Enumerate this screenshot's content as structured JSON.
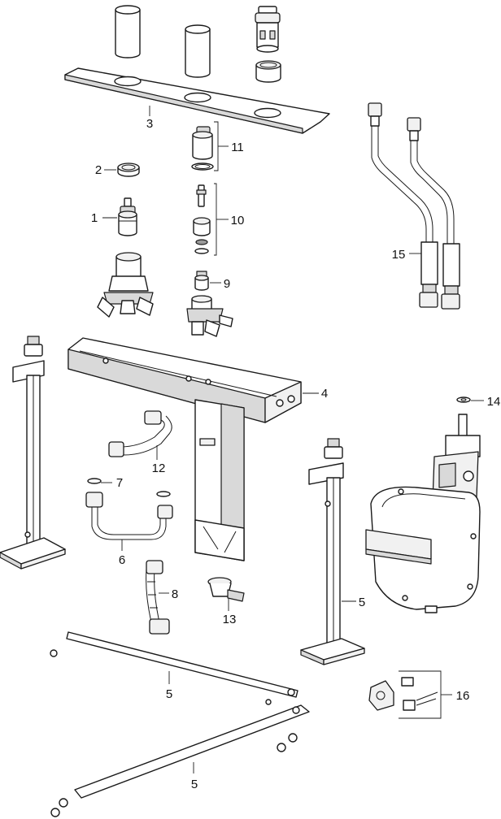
{
  "callouts": {
    "c1": "1",
    "c2": "2",
    "c3": "3",
    "c4": "4",
    "c5a": "5",
    "c5b": "5",
    "c5c": "5",
    "c6": "6",
    "c7": "7",
    "c8": "8",
    "c9": "9",
    "c10": "10",
    "c11": "11",
    "c12": "12",
    "c13": "13",
    "c14": "14",
    "c15": "15",
    "c16": "16"
  }
}
